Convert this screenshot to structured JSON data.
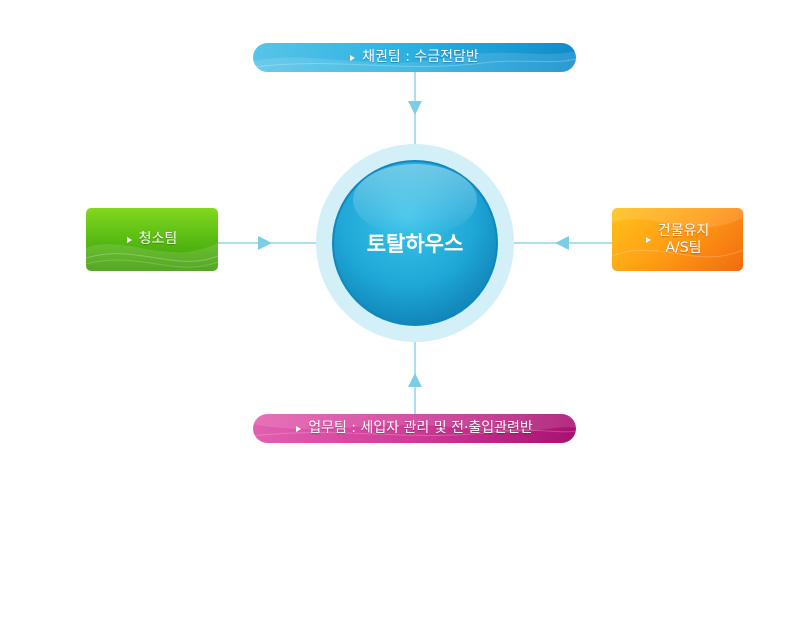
{
  "center": {
    "label": "토탈하우스"
  },
  "nodes": {
    "top": {
      "label": "채권팀 : 수금전담반"
    },
    "left": {
      "label": "청소팀"
    },
    "right": {
      "line1": "건물유지",
      "line2": "A/S팀"
    },
    "bottom": {
      "label": "업무팀 : 세입자 관리 및 전·출입관련반"
    }
  },
  "colors": {
    "center": "#1ea6d6",
    "halo": "#d3eff8",
    "connector": "#8fd3ea",
    "top": "#2db3e2",
    "left": "#55b812",
    "right": "#ff9b14",
    "bottom": "#cf3a97"
  }
}
